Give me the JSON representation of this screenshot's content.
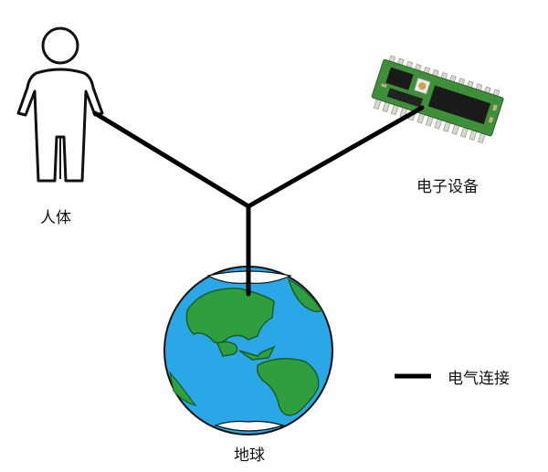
{
  "nodes": {
    "human": {
      "label": "人体"
    },
    "device": {
      "label": "电子设备"
    },
    "earth": {
      "label": "地球"
    }
  },
  "legend": {
    "label": "电气连接"
  },
  "colors": {
    "wire": "#000000",
    "ocean": "#2aa7e6",
    "land": "#2e9e3e",
    "pcb": "#3f8f3a",
    "chip": "#1a1a1a",
    "pin": "#d8d8c8"
  }
}
